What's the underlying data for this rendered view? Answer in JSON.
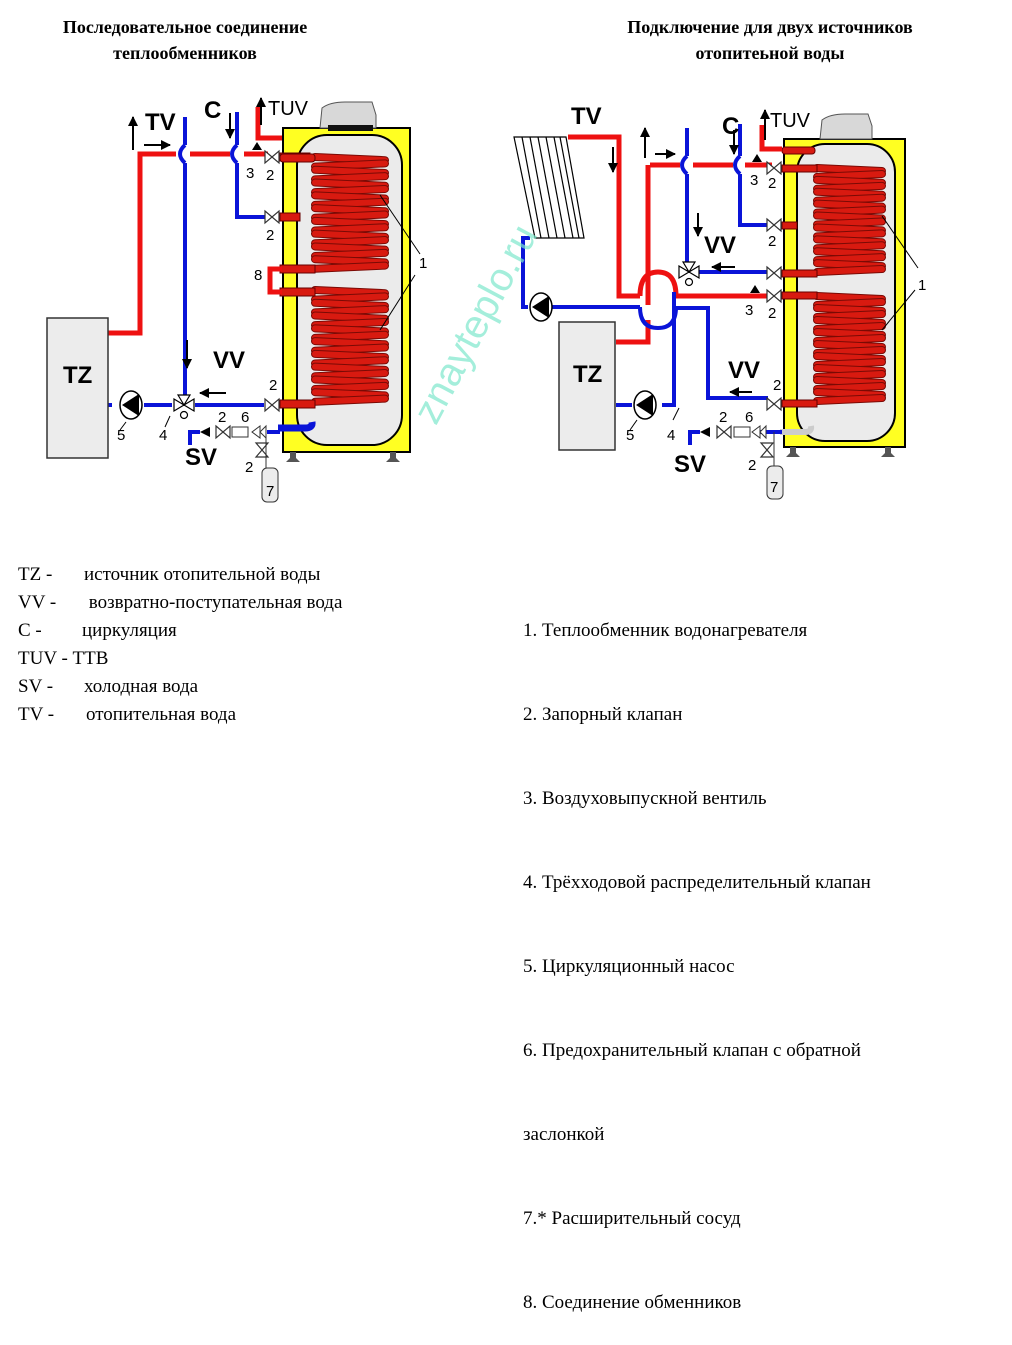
{
  "titles": {
    "left_line1": "Последовательное  соединение",
    "left_line2": "теплообменников",
    "right_line1": "Подключение для двух источников",
    "right_line2": "отопитеьной воды"
  },
  "diagram_labels": {
    "tv": "TV",
    "c": "C",
    "tuv": "TUV",
    "vv": "VV",
    "tz": "TZ",
    "sv": "SV",
    "n1": "1",
    "n2": "2",
    "n3": "3",
    "n4": "4",
    "n5": "5",
    "n6": "6",
    "n7": "7",
    "n8": "8"
  },
  "colors": {
    "hot_pipe": "#ee1111",
    "cold_pipe": "#0a14d8",
    "tank_jacket": "#ffff22",
    "tank_body": "#ebebeb",
    "coil": "#d81a10",
    "source_box": "#ececec",
    "watermark": "#7ee8cc"
  },
  "watermark": "znayteplo.ru",
  "legend_left": [
    {
      "code": "TZ -",
      "text": "источник отопительной воды"
    },
    {
      "code": "VV -",
      "text": " возвратно-поступательная вода"
    },
    {
      "code": "C -",
      "text": "циркуляция"
    },
    {
      "code": "TUV -",
      "text": "ТТВ"
    },
    {
      "code": "SV -",
      "text": "холодная вода"
    },
    {
      "code": "TV -",
      "text": "отопительная вода"
    }
  ],
  "legend_right": [
    "1. Теплообменник водонагревателя",
    " 2. Запорный клапан",
    "  3. Воздуховыпускной вентиль",
    " 4. Трёхходовой распределительный клапан",
    " 5.  Циркуляционный насос",
    "6.  Предохранительный клапан с обратной",
    "      заслонкой",
    " 7.* Расширительный сосуд",
    " 8.  Соединение обменников"
  ]
}
